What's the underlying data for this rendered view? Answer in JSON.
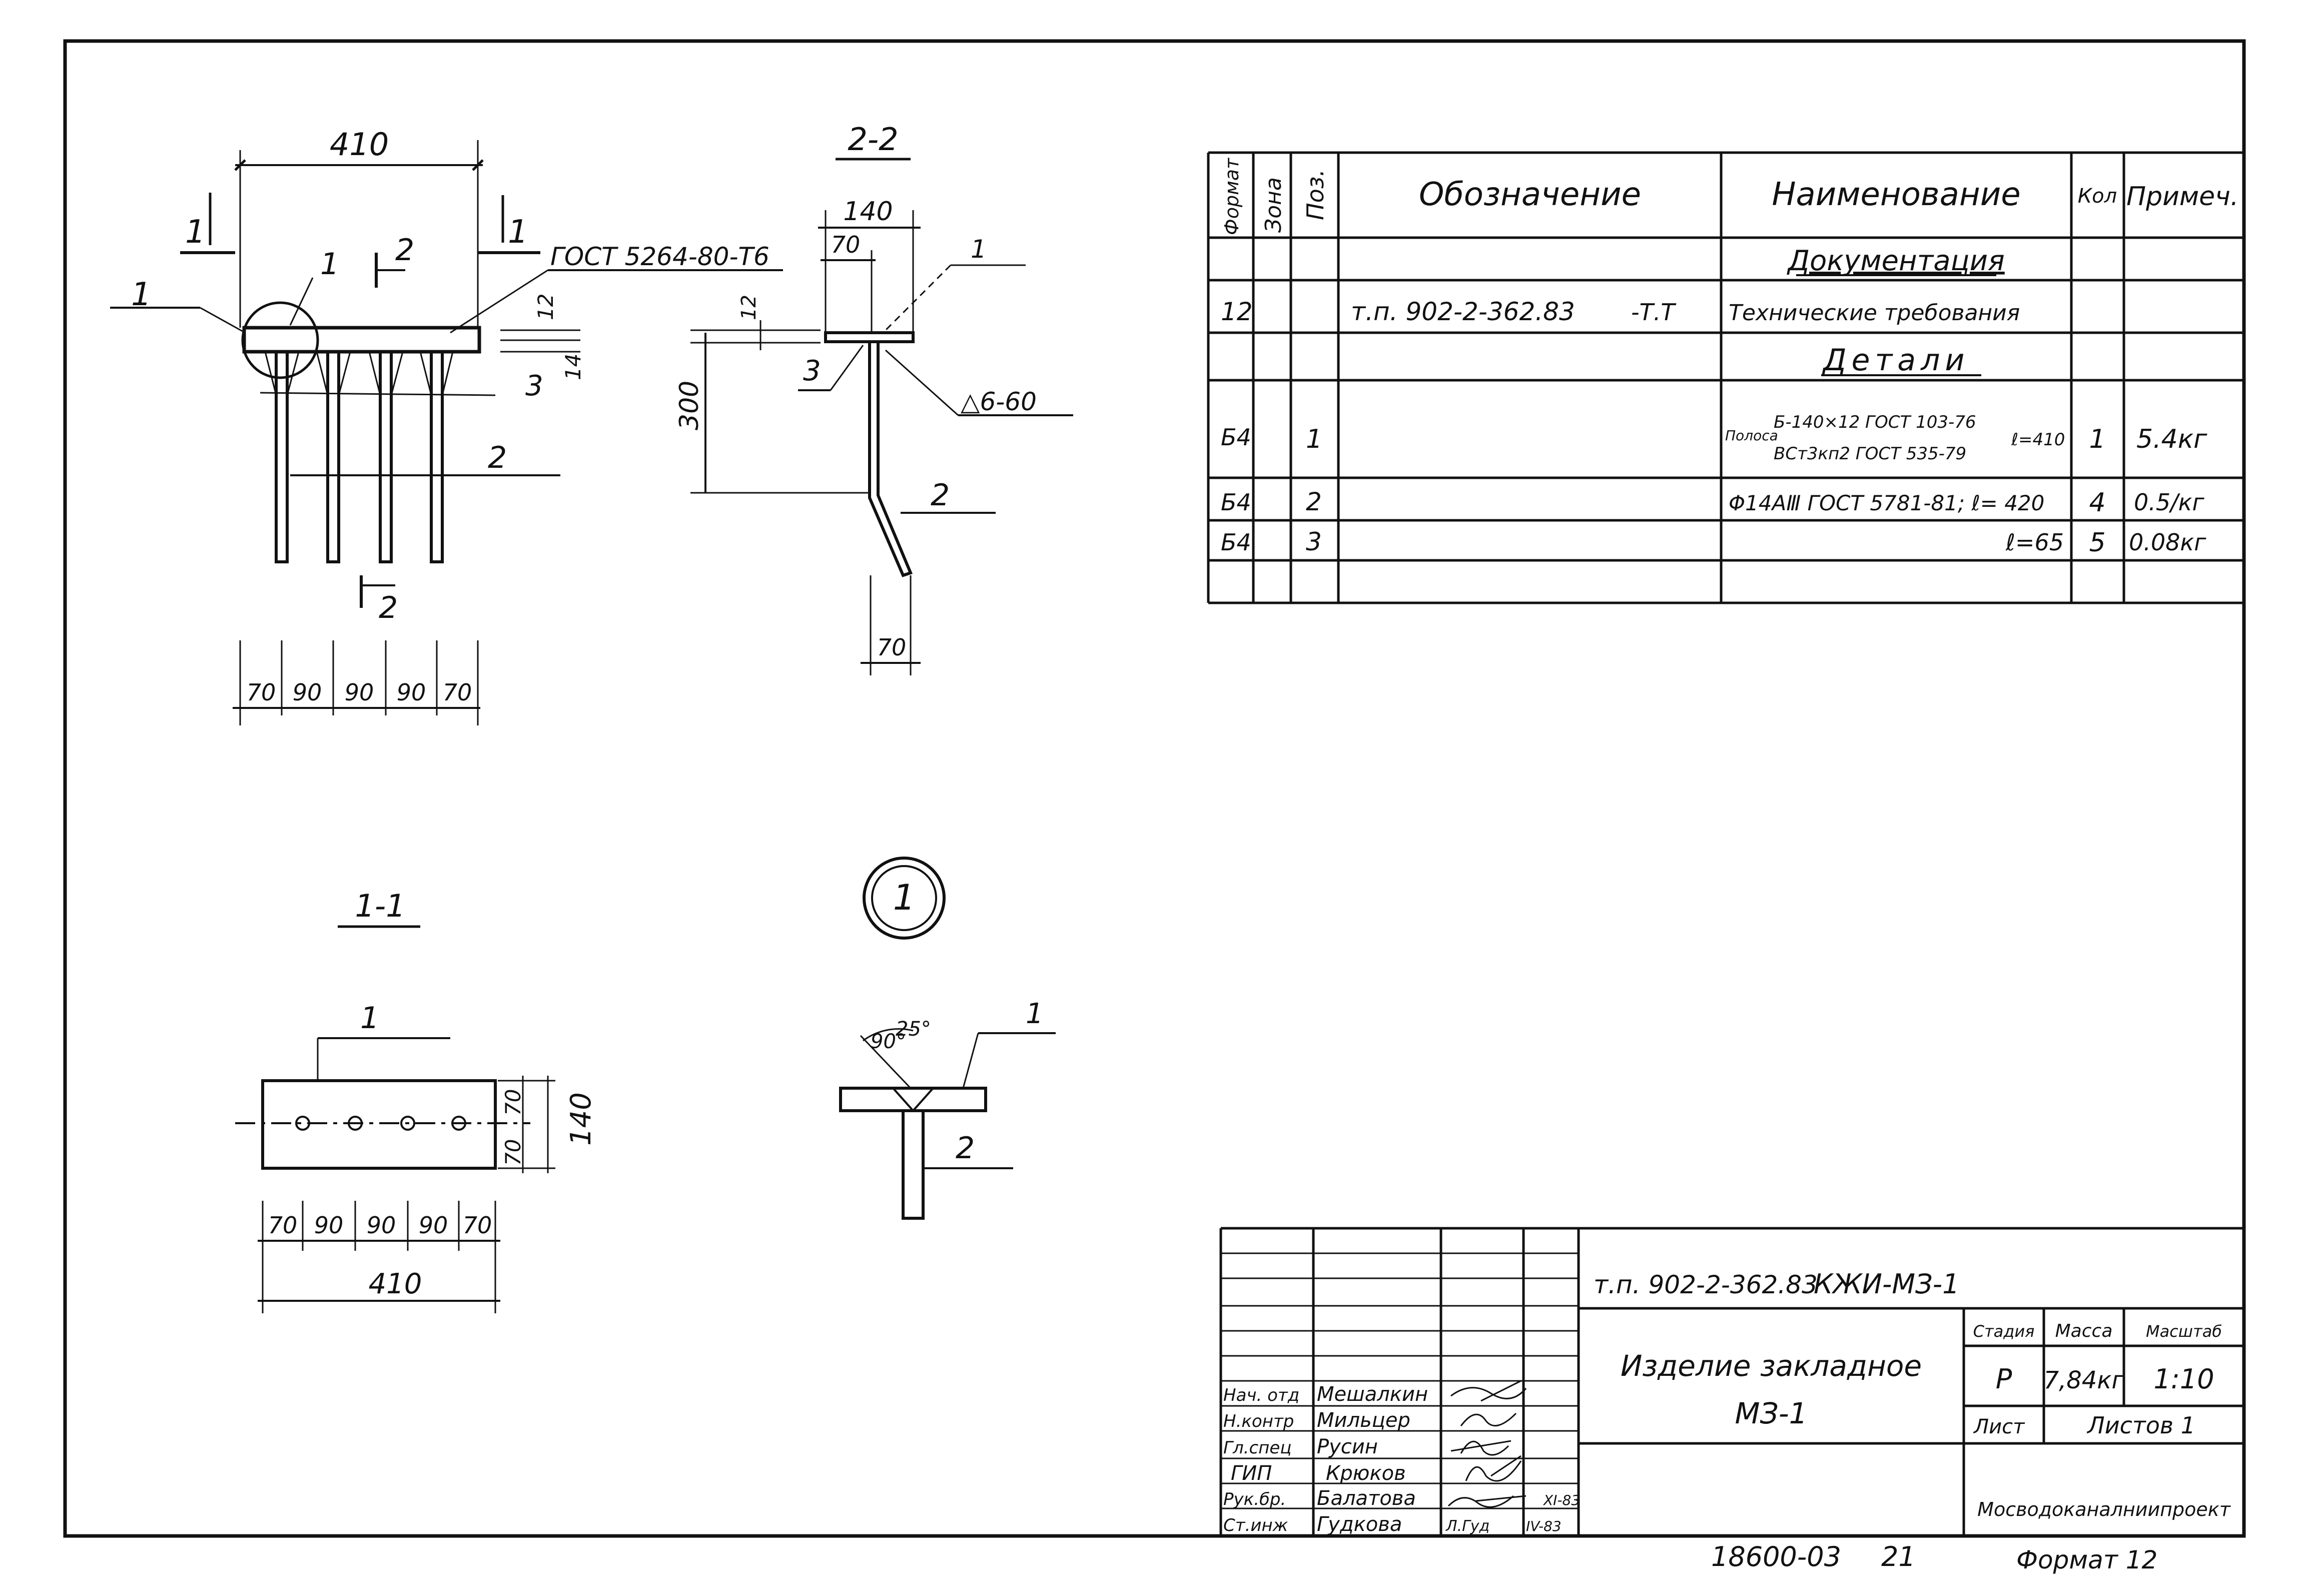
{
  "drawing": {
    "main_view": {
      "overall_dim": "410",
      "cut_mark_left": "1",
      "cut_mark_right": "1",
      "section_mark_top": "2",
      "section_mark_bottom": "2",
      "callout_1": "1",
      "node_ref": "1",
      "weld_note": "ГОСТ 5264-80-Т6",
      "thk_12": "12",
      "thk_14": "14",
      "pos_3": "3",
      "pos_2": "2",
      "spacings": [
        "70",
        "90",
        "90",
        "90",
        "70"
      ]
    },
    "section_2_2": {
      "title": "2-2",
      "dim_140": "140",
      "dim_70_top": "70",
      "dim_12": "12",
      "dim_300": "300",
      "pos_3": "3",
      "pos_1": "1",
      "weld": "△6-60",
      "pos_2": "2",
      "dim_70_bottom": "70"
    },
    "section_1_1": {
      "title": "1-1",
      "pos_1": "1",
      "dim_70_a": "70",
      "dim_70_b": "70",
      "dim_140": "140",
      "spacings": [
        "70",
        "90",
        "90",
        "90",
        "70"
      ],
      "overall": "410"
    },
    "node_1": {
      "label": "1",
      "angle_a": "90°",
      "angle_b": "25°",
      "pos_1": "1",
      "pos_2": "2"
    }
  },
  "spec_table": {
    "headers": {
      "format": "Формат",
      "zone": "Зона",
      "pos": "Поз.",
      "designation": "Обозначение",
      "name": "Наименование",
      "qty": "Кол",
      "note": "Примеч."
    },
    "section_docs": "Документация",
    "section_parts": "Детали",
    "rows": [
      {
        "format": "12",
        "designation": "т.п. 902-2-362.83",
        "code": "-Т.Т",
        "name": "Технические требования",
        "qty": "",
        "note": ""
      },
      {
        "format": "Б4",
        "pos": "1",
        "name_prefix": "Полоса",
        "name_line1": "Б-140×12 ГОСТ 103-76",
        "name_line2": "ВСт3кп2 ГОСТ 535-79",
        "length": "ℓ=410",
        "qty": "1",
        "note": "5.4кг"
      },
      {
        "format": "Б4",
        "pos": "2",
        "name": "Φ14АⅢ ГОСТ 5781-81; ℓ= 420",
        "qty": "4",
        "note": "0.5/кг"
      },
      {
        "format": "Б4",
        "pos": "3",
        "name": "ℓ=65",
        "qty": "5",
        "note": "0.08кг"
      }
    ]
  },
  "title_block": {
    "project_code": "т.п. 902-2-362.83",
    "sheet_code": "КЖИ-МЗ-1",
    "item_name_1": "Изделие закладное",
    "item_name_2": "МЗ-1",
    "stage_label": "Стадия",
    "mass_label": "Масса",
    "scale_label": "Масштаб",
    "stage": "Р",
    "mass": "7,84кг",
    "scale": "1:10",
    "sheet_label": "Лист",
    "sheets_label": "Листов 1",
    "organization": "Мосводоканалниипроект",
    "staff": [
      {
        "role": "Нач. отд",
        "name": "Мешалкин",
        "sign": "",
        "date": ""
      },
      {
        "role": "Н.контр",
        "name": "Мильцер",
        "sign": "",
        "date": ""
      },
      {
        "role": "Гл.спец",
        "name": "Русин",
        "sign": "",
        "date": ""
      },
      {
        "role": "ГИП",
        "name": "Крюков",
        "sign": "",
        "date": ""
      },
      {
        "role": "Рук.бр.",
        "name": "Балатова",
        "sign": "",
        "date": "XI-83"
      },
      {
        "role": "Ст.инж",
        "name": "Гудкова",
        "sign": "Л.Гуд",
        "date": "IV-83"
      }
    ]
  },
  "footer": {
    "inventory": "18600-03",
    "page": "21",
    "format": "Формат 12"
  }
}
